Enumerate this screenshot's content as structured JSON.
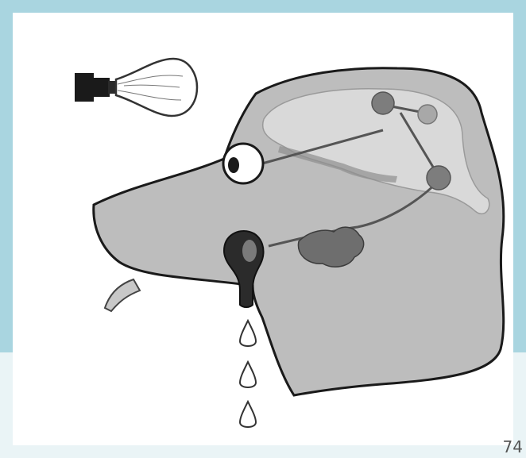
{
  "slide": {
    "page_number": "74",
    "colors": {
      "frame": "#a9d5e0",
      "bottom_band": "#eaf4f6",
      "card": "#ffffff",
      "dog_fill": "#bdbdbd",
      "outline": "#1a1a1a",
      "brain_region": "#d9d9d9",
      "neuron": "#7d7d7d",
      "salivary_gland": "#6e6e6e"
    },
    "icons": [
      "light-bulb-icon",
      "dog-head",
      "eye-icon",
      "mouth-icon",
      "saliva-drops"
    ]
  }
}
